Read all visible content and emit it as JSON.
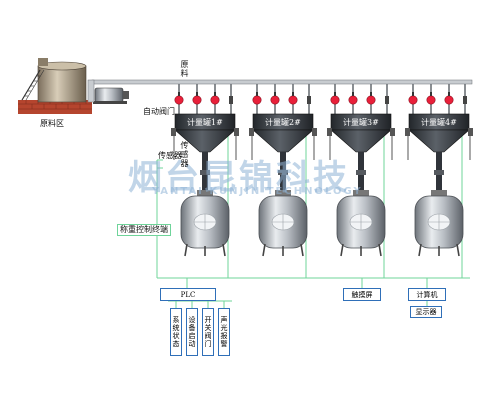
{
  "labels": {
    "raw_area": "原料区",
    "raw_pipe": "原料",
    "auto_valve": "自动阀门",
    "sensor": "传感器",
    "weigh_terminal": "称重控制终端"
  },
  "tanks": [
    "计量罐1#",
    "计量罐2#",
    "计量罐3#",
    "计量罐4#"
  ],
  "control": {
    "plc": "PLC",
    "touch_screen": "触摸屏",
    "computer": "计算机",
    "monitor": "显示器",
    "outputs": [
      "系统状态",
      "设备启动",
      "开关阀门",
      "声光报警"
    ]
  },
  "watermark": {
    "cn": "烟台昆锦科技",
    "en": "YANTAI KUNJIN TECHNOLOGY"
  },
  "colors": {
    "line_green": "#6fd49a",
    "valve_red": "#e8203a",
    "tank_dark": "#3a3f45",
    "box_border": "#2f6fb8",
    "watermark": "#8fb3d6"
  }
}
